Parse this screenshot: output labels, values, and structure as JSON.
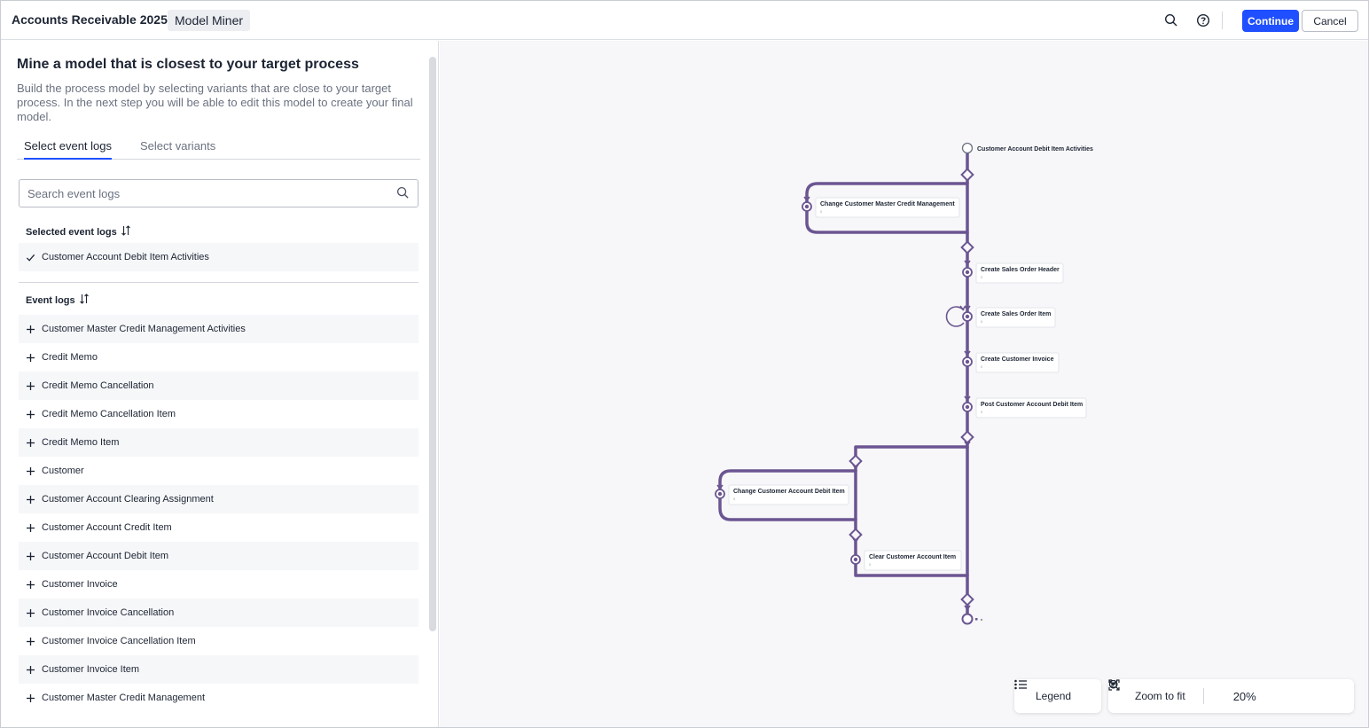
{
  "header": {
    "app_title": "Accounts Receivable 2025",
    "app_chip": "Model Miner",
    "search_icon": "search-icon",
    "help_icon": "help-circle-icon",
    "continue_label": "Continue",
    "cancel_label": "Cancel",
    "primary_color": "#1f4fff"
  },
  "left": {
    "title": "Mine a model that is closest to your target process",
    "description": "Build the process model by selecting variants that are close to your target process. In the next step you will be able to edit this model to create your final model.",
    "tabs": [
      {
        "label": "Select event logs",
        "active": true
      },
      {
        "label": "Select variants",
        "active": false
      }
    ],
    "search_placeholder": "Search event logs",
    "selected_header": "Selected event logs",
    "selected": [
      "Customer Account Debit Item Activities"
    ],
    "event_logs_header": "Event logs",
    "event_logs": [
      "Customer Master Credit Management Activities",
      "Credit Memo",
      "Credit Memo Cancellation",
      "Credit Memo Cancellation Item",
      "Credit Memo Item",
      "Customer",
      "Customer Account Clearing Assignment",
      "Customer Account Credit Item",
      "Customer Account Debit Item",
      "Customer Invoice",
      "Customer Invoice Cancellation",
      "Customer Invoice Cancellation Item",
      "Customer Invoice Item",
      "Customer Master Credit Management"
    ]
  },
  "model": {
    "start_label": "Customer Account Debit Item Activities",
    "activities": [
      {
        "label": "Change Customer Master Credit Management",
        "count": "0"
      },
      {
        "label": "Create Sales Order Header",
        "count": "0"
      },
      {
        "label": "Create Sales Order Item",
        "count": "0"
      },
      {
        "label": "Create Customer Invoice",
        "count": "0"
      },
      {
        "label": "Post Customer Account Debit Item",
        "count": "0"
      },
      {
        "label": "Change Customer Account Debit Item",
        "count": "0"
      },
      {
        "label": "Clear Customer Account Item",
        "count": "0"
      }
    ],
    "edge_color": "#6b5591"
  },
  "toolbar": {
    "legend_label": "Legend",
    "zoom_fit_label": "Zoom to fit",
    "zoom_level": "20%"
  }
}
